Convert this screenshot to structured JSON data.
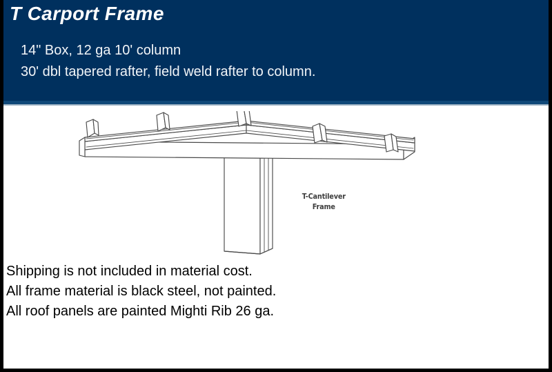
{
  "card": {
    "border_color": "#000000",
    "background": "#ffffff"
  },
  "header": {
    "background_color": "#00305e",
    "text_color": "#ffffff",
    "title": "T Carport Frame",
    "spec_lines": [
      "14\" Box, 12 ga 10' column",
      "30' dbl tapered rafter, field weld rafter to column."
    ]
  },
  "drawing": {
    "name": "t-cantilever-frame-isometric-drawing",
    "caption_line1": "T-Cantilever",
    "caption_line2": "Frame",
    "caption_color": "#3d3d3d",
    "line_color": "#4a4a4a",
    "fill_color": "#ffffff",
    "purlin_clip_count": 5
  },
  "notes": [
    "Shipping is not included in material cost.",
    "All frame material is black steel, not painted.",
    "All roof panels are painted Mighti Rib 26 ga."
  ]
}
